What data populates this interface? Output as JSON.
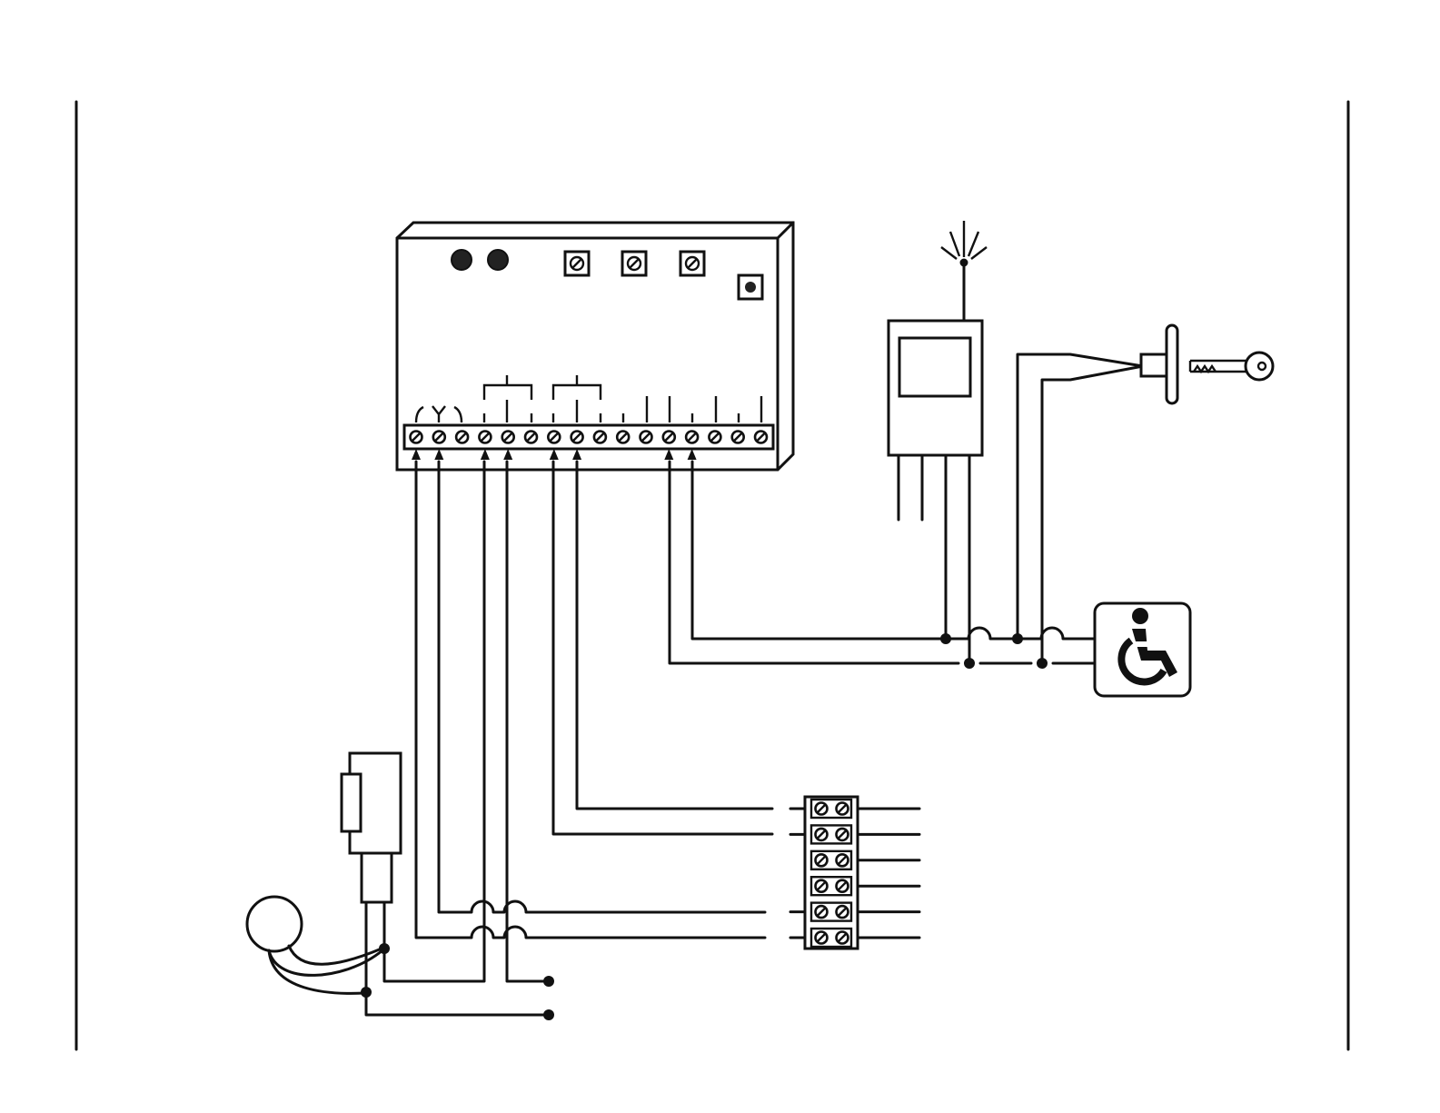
{
  "diagram": {
    "kind": "wiring-schematic",
    "components": {
      "control_unit": {
        "icon": "control-box",
        "terminal_count": 16,
        "indicator_leds": 2,
        "potentiometers": 3,
        "push_button": 1
      },
      "radio_receiver": {
        "icon": "antenna-receiver",
        "output_leads": 4
      },
      "key_switch": {
        "icon": "key-icon"
      },
      "accessibility_button": {
        "icon": "wheelchair-icon"
      },
      "solenoid_lock": {
        "icon": "lock-actuator"
      },
      "motor": {
        "icon": "round-motor"
      },
      "terminal_block": {
        "icon": "terminal-strip",
        "terminal_pairs": 6
      }
    },
    "colors": {
      "line": "#111111",
      "background": "#ffffff"
    }
  }
}
